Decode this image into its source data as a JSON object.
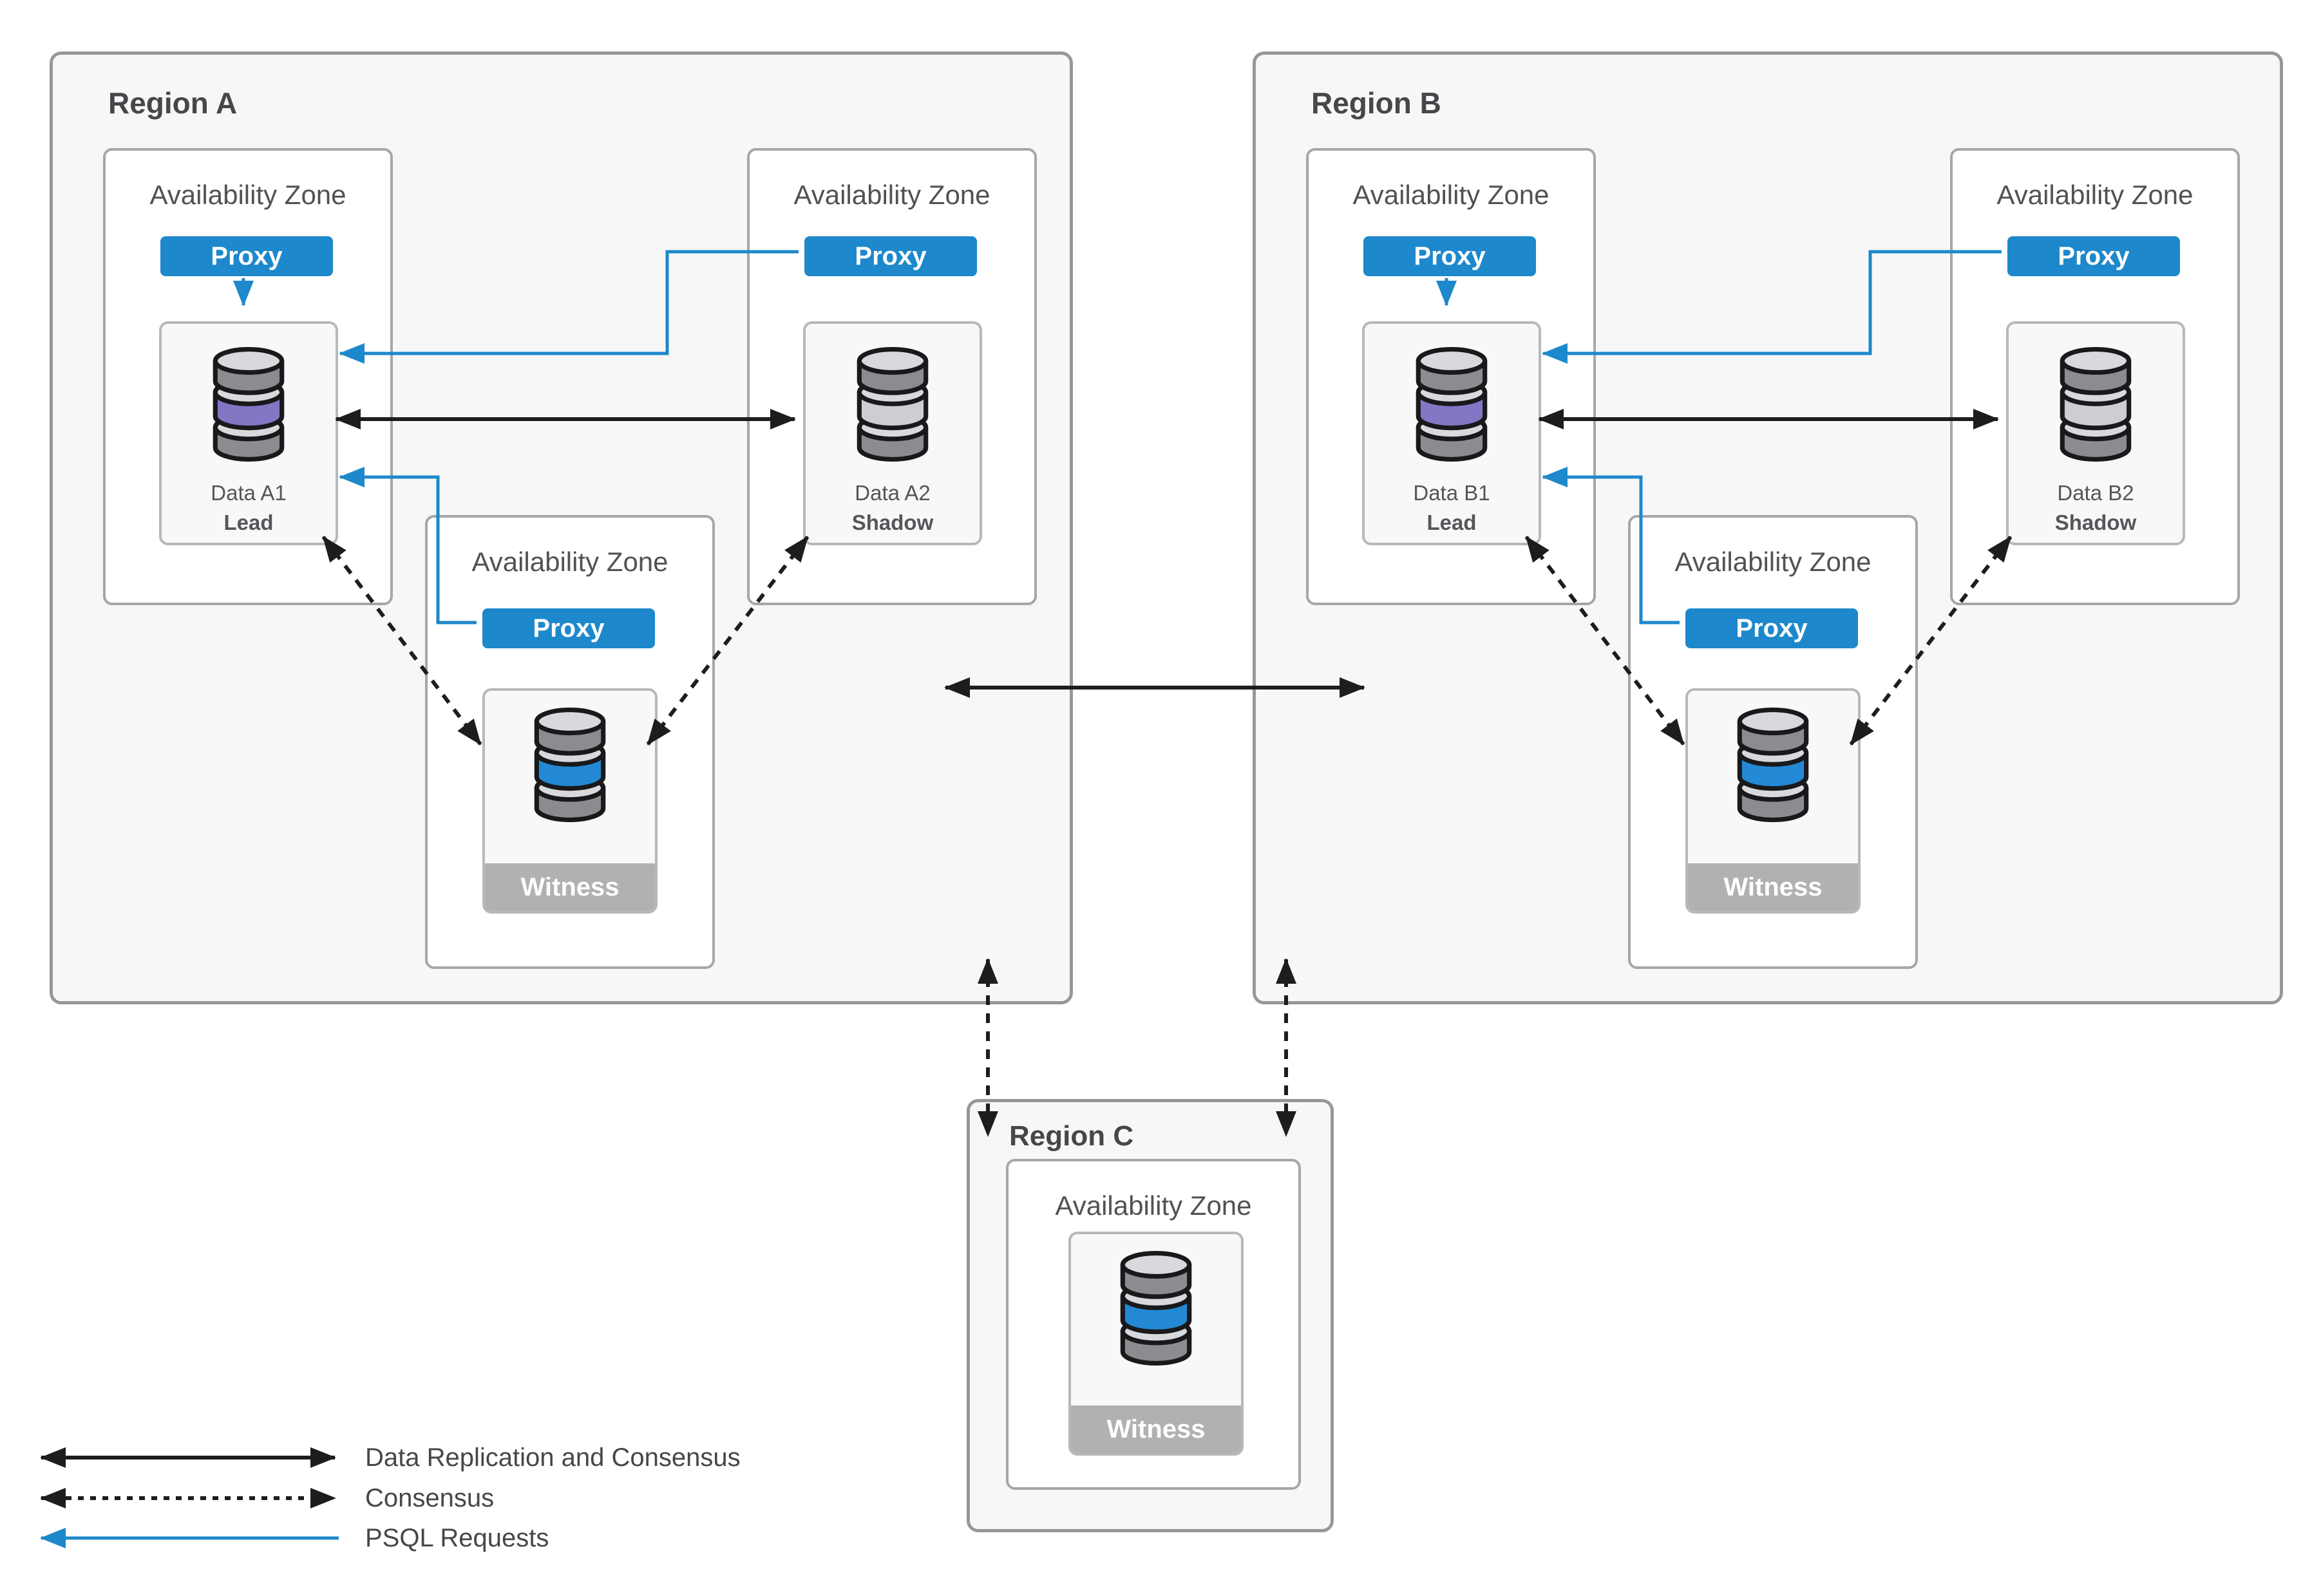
{
  "regions": [
    {
      "id": "region-a",
      "title": "Region A"
    },
    {
      "id": "region-b",
      "title": "Region B"
    },
    {
      "id": "region-c",
      "title": "Region C"
    }
  ],
  "labels": {
    "availability_zone": "Availability Zone",
    "proxy": "Proxy",
    "witness": "Witness"
  },
  "databases": {
    "a1": {
      "name": "Data A1",
      "role": "Lead",
      "band": "lead_band_purple"
    },
    "a2": {
      "name": "Data A2",
      "role": "Shadow",
      "band": "shadow_band_gray"
    },
    "b1": {
      "name": "Data B1",
      "role": "Lead",
      "band": "lead_band_purple"
    },
    "b2": {
      "name": "Data B2",
      "role": "Shadow",
      "band": "shadow_band_gray"
    }
  },
  "legend": [
    {
      "label": "Data Replication and Consensus",
      "style": "solid-black-double-arrow"
    },
    {
      "label": "Consensus",
      "style": "dotted-black-double-arrow"
    },
    {
      "label": "PSQL Requests",
      "style": "solid-blue-left-arrow"
    }
  ],
  "colors": {
    "proxy_blue": "#1d88cb",
    "psql_line_blue": "#1d88cb",
    "arrow_black": "#1d1d1f",
    "lead_band_purple": "#8475c5",
    "witness_band_blue": "#2389d4",
    "shadow_band_gray": "#cdced2",
    "db_gray": "#8b8c8f",
    "db_light": "#d8d9dc",
    "db_outline": "#19191b",
    "witness_footer_gray": "#b1b1b4",
    "region_fill": "#f7f7f8",
    "border_gray": "#a6a6aa"
  }
}
